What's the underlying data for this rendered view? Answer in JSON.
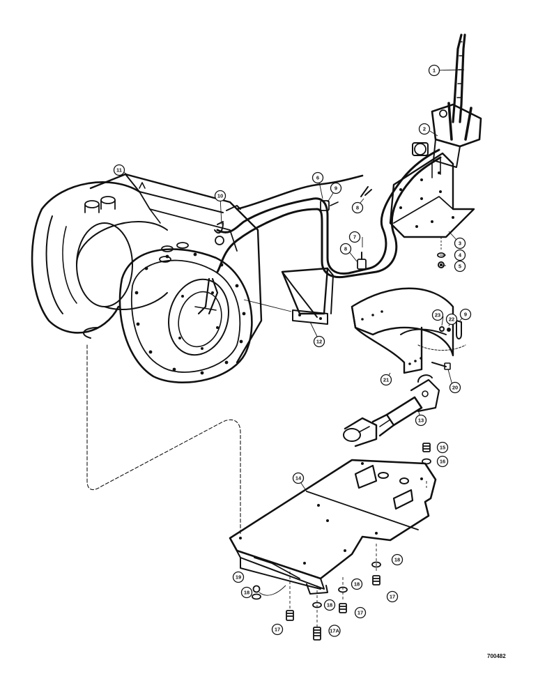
{
  "drawing_code": "700482",
  "callouts": [
    {
      "label": "1"
    },
    {
      "label": "2"
    },
    {
      "label": "3"
    },
    {
      "label": "4"
    },
    {
      "label": "5"
    },
    {
      "label": "6"
    },
    {
      "label": "7"
    },
    {
      "label": "8"
    },
    {
      "label": "8"
    },
    {
      "label": "9"
    },
    {
      "label": "9"
    },
    {
      "label": "10"
    },
    {
      "label": "11"
    },
    {
      "label": "12"
    },
    {
      "label": "13"
    },
    {
      "label": "14"
    },
    {
      "label": "15"
    },
    {
      "label": "16"
    },
    {
      "label": "17"
    },
    {
      "label": "17"
    },
    {
      "label": "17"
    },
    {
      "label": "17A"
    },
    {
      "label": "18"
    },
    {
      "label": "18"
    },
    {
      "label": "18"
    },
    {
      "label": "18"
    },
    {
      "label": "19"
    },
    {
      "label": "20"
    },
    {
      "label": "21"
    },
    {
      "label": "22"
    },
    {
      "label": "23"
    }
  ]
}
